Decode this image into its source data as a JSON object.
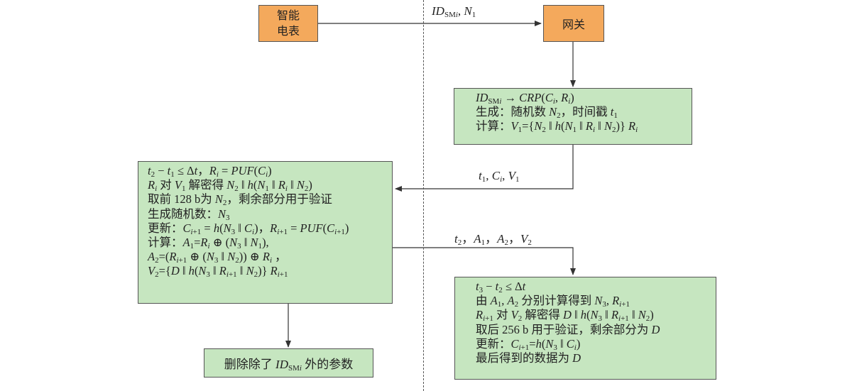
{
  "nodes": {
    "smart_meter": "智能\n电表",
    "gateway": "网关",
    "gateway_proc": [
      "ID_SMi → CRP(C_i, R_i)",
      "生成：随机数 N_2，时间戳 t_1",
      "计算：V_1={N_2 ‖ h(N_1 ‖ R_i ‖ N_2)} R_i"
    ],
    "meter_proc": [
      "t_2 − t_1 ≤ Δt，R_i = PUF(C_i)",
      "R_i 对 V_1 解密得 N_2 ‖ h(N_1 ‖ R_i ‖ N_2)",
      "取前 128 b为 N_2，剩余部分用于验证",
      "生成随机数：N_3",
      "更新：C_i+1 = h(N_3 ‖ C_i)，R_i+1 = PUF(C_i+1)",
      "计算：A_1=R_i ⊕ (N_3 ‖ N_1),",
      "A_2=(R_i+1 ⊕ (N_3 ‖ N_2)) ⊕ R_i ，",
      "V_2={D ‖ h(N_3 ‖ R_i+1 ‖ N_2)} R_i+1"
    ],
    "delete_box": "删除除了 ID_SMi 外的参数",
    "gateway_verify": [
      "t_3 − t_2 ≤ Δt",
      "由 A_1, A_2 分别计算得到 N_3, R_i+1",
      "R_i+1 对 V_2 解密得 D ‖ h(N_3 ‖ R_i+1 ‖ N_2)",
      "取后 256 b 用于验证，剩余部分为 D",
      "更新：C_i+1=h(N_3 ‖ C_i)",
      "最后得到的数据为 D"
    ]
  },
  "messages": {
    "m1": "ID_SMi, N_1",
    "m2": "t_1, C_i, V_1",
    "m3": "t_2，A_1，A_2，V_2"
  },
  "colors": {
    "entity_fill": "#f4a95c",
    "process_fill": "#c6e6c0",
    "line": "#333333"
  }
}
